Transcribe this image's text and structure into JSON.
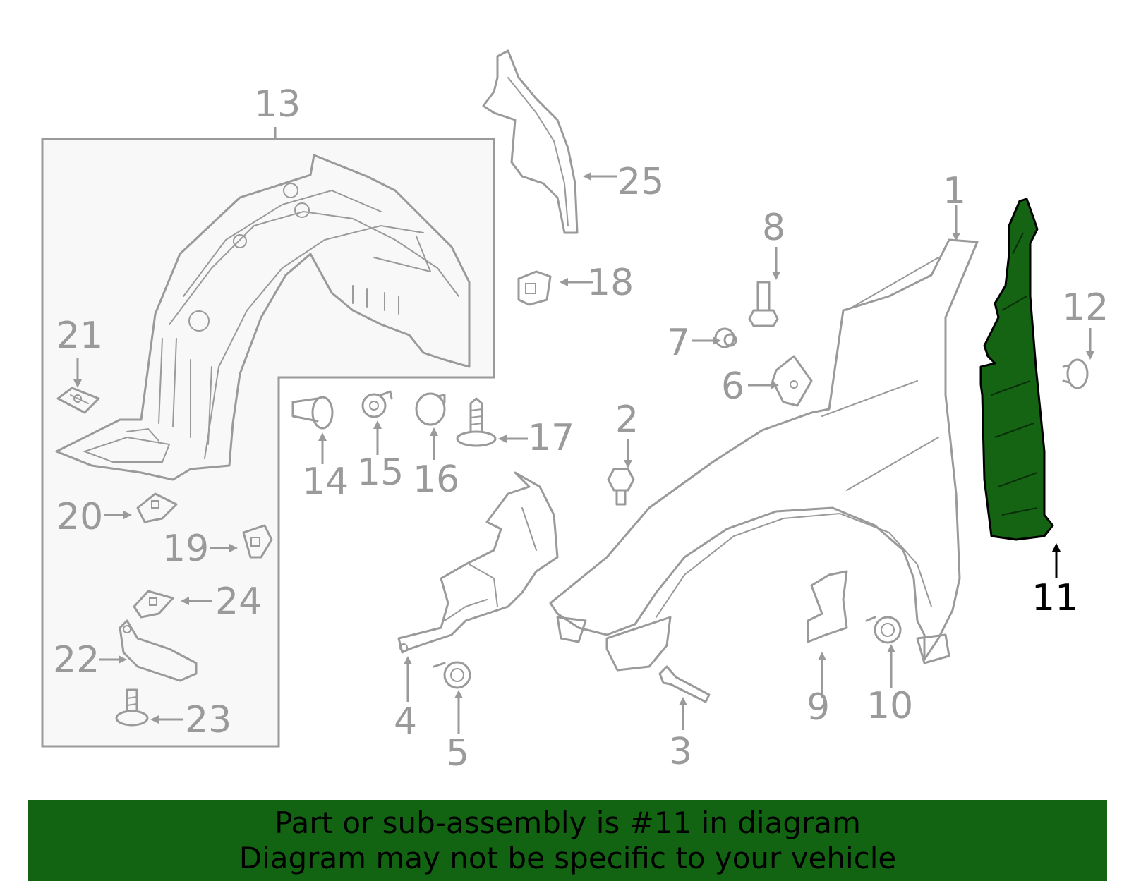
{
  "callouts": [
    {
      "id": "1",
      "label": "1"
    },
    {
      "id": "2",
      "label": "2"
    },
    {
      "id": "3",
      "label": "3"
    },
    {
      "id": "4",
      "label": "4"
    },
    {
      "id": "5",
      "label": "5"
    },
    {
      "id": "6",
      "label": "6"
    },
    {
      "id": "7",
      "label": "7"
    },
    {
      "id": "8",
      "label": "8"
    },
    {
      "id": "9",
      "label": "9"
    },
    {
      "id": "10",
      "label": "10"
    },
    {
      "id": "11",
      "label": "11",
      "highlighted": true
    },
    {
      "id": "12",
      "label": "12"
    },
    {
      "id": "13",
      "label": "13"
    },
    {
      "id": "14",
      "label": "14"
    },
    {
      "id": "15",
      "label": "15"
    },
    {
      "id": "16",
      "label": "16"
    },
    {
      "id": "17",
      "label": "17"
    },
    {
      "id": "18",
      "label": "18"
    },
    {
      "id": "19",
      "label": "19"
    },
    {
      "id": "20",
      "label": "20"
    },
    {
      "id": "21",
      "label": "21"
    },
    {
      "id": "22",
      "label": "22"
    },
    {
      "id": "23",
      "label": "23"
    },
    {
      "id": "24",
      "label": "24"
    },
    {
      "id": "25",
      "label": "25"
    }
  ],
  "banner": {
    "line1": "Part or sub-assembly is #11 in diagram",
    "line2": "Diagram may not be specific to your vehicle"
  },
  "colors": {
    "highlight_fill": "#146414",
    "banner_bg": "#126412",
    "line_gray": "#9a9a9a"
  }
}
